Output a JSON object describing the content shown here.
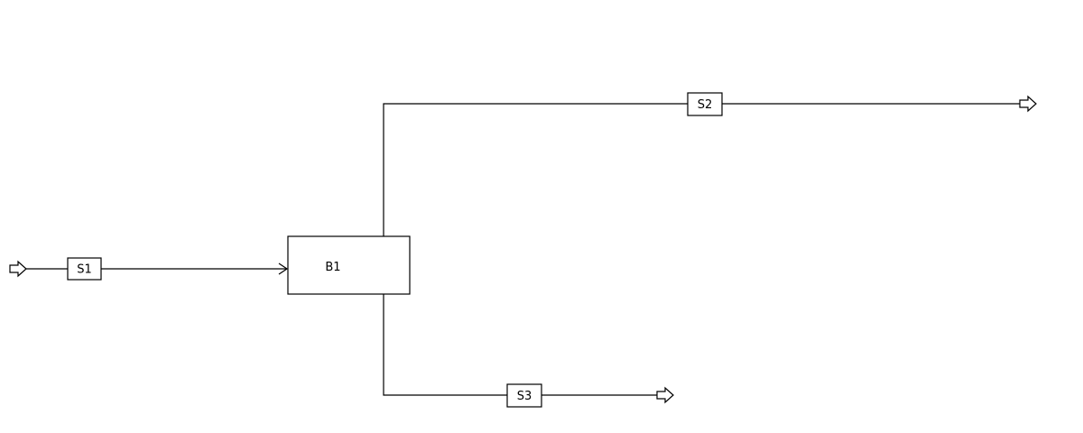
{
  "blocks": {
    "b1": {
      "label": "B1"
    }
  },
  "streams": {
    "s1": {
      "label": "S1"
    },
    "s2": {
      "label": "S2"
    },
    "s3": {
      "label": "S3"
    }
  },
  "colors": {
    "line": "#000000",
    "background": "#ffffff"
  },
  "icons": {
    "feed": "hollow-arrow-icon",
    "product": "hollow-arrow-icon",
    "inlet": "arrow-head-icon"
  }
}
